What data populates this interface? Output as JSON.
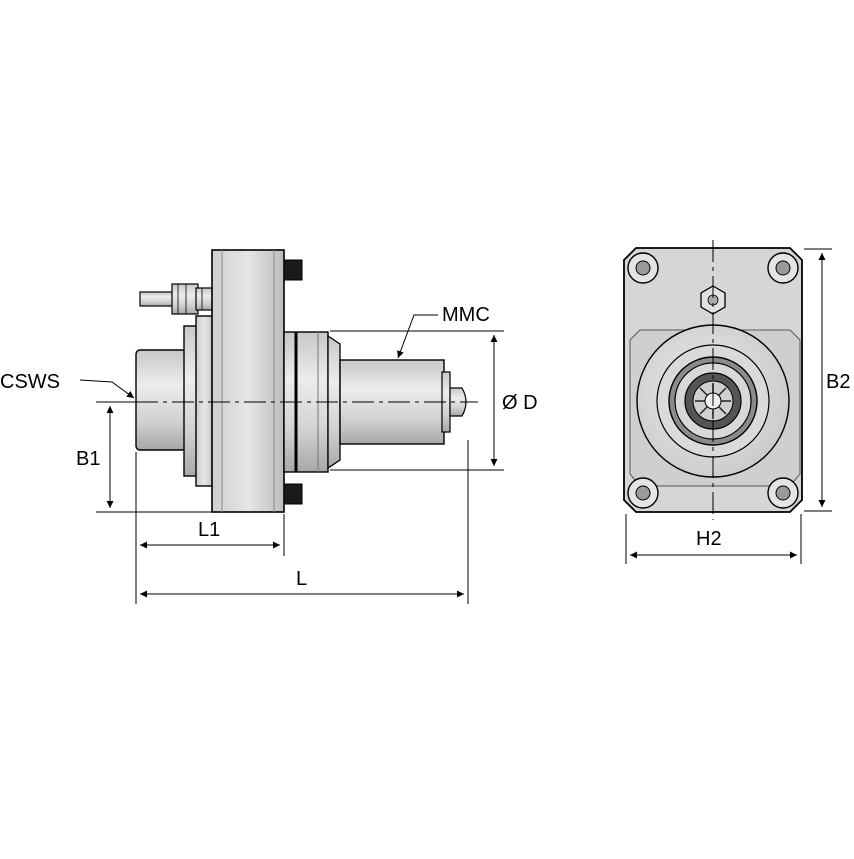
{
  "labels": {
    "csws": "CSWS",
    "mmc": "MMC",
    "dia_d": "Ø D",
    "b1": "B1",
    "l1": "L1",
    "l": "L",
    "h2": "H2",
    "b2": "B2"
  },
  "colors": {
    "line": "#000000",
    "body_light": "#dcdcdc",
    "body_mid": "#c4c4c4",
    "body_dark": "#9a9a9a",
    "bolt": "#1a1a1a"
  }
}
